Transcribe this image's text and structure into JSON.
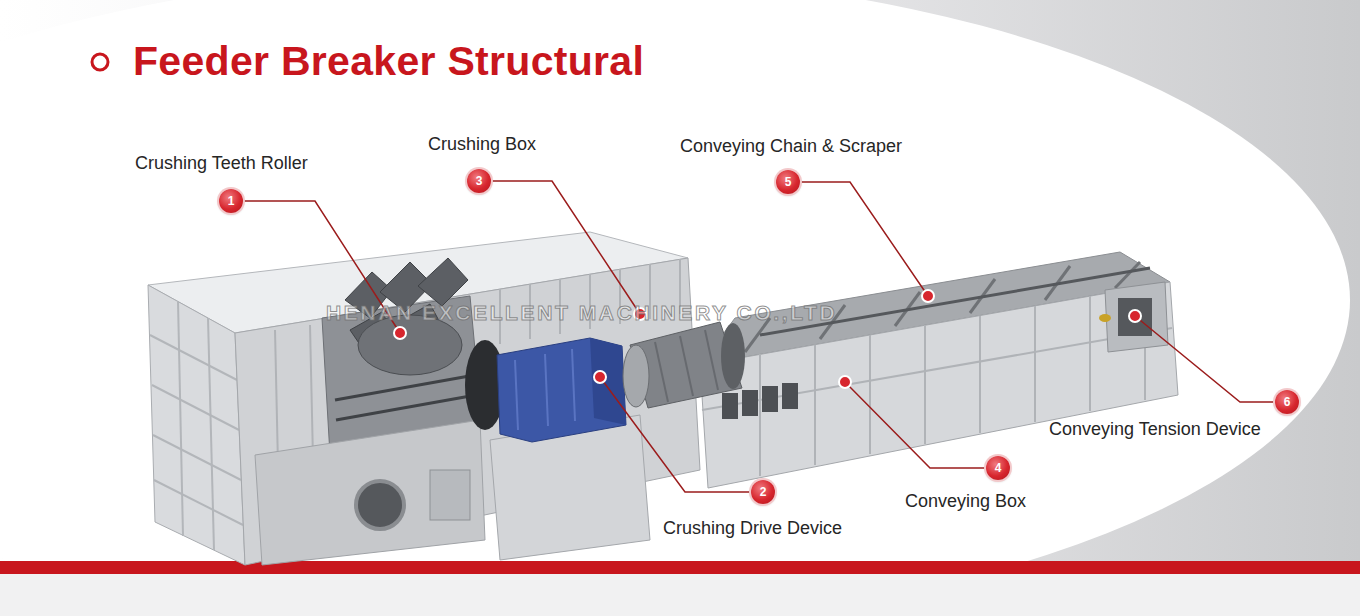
{
  "diagram": {
    "title": "Feeder Breaker Structural",
    "labels": [
      "Crushing Teeth Roller",
      "1",
      "Crushing Box",
      "3",
      "Conveying Chain & Scraper",
      "5",
      "HENAN EXCELLENT MACHINERY CO.,LTD",
      "6",
      "Conveying Tension Device",
      "4",
      "Conveying Box",
      "2",
      "Crushing Drive Device"
    ]
  }
}
